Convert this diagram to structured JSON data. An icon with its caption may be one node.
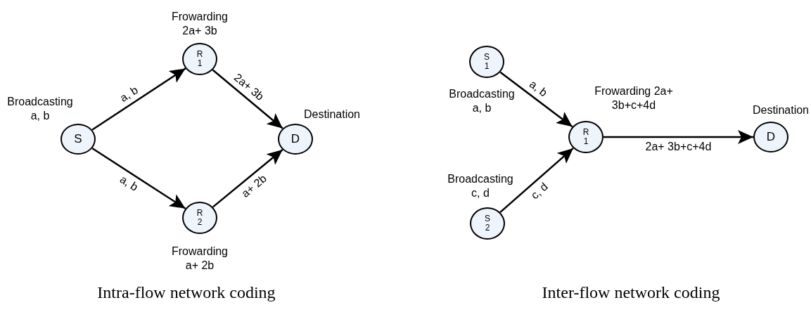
{
  "diagram": {
    "nodes": [
      {
        "text": [
          "S"
        ],
        "beside": [
          "Broadcasting a, b"
        ]
      },
      {
        "text": [
          "R 1"
        ],
        "beside": [
          "Frowarding 2a+ 3b"
        ]
      },
      {
        "text": [
          "R 2"
        ],
        "beside": [
          "Frowarding a+ 2b"
        ]
      },
      {
        "text": [
          "D"
        ],
        "beside": [
          "Destination"
        ]
      },
      {
        "text": [
          "S 1"
        ],
        "beside": [
          "Broadcasting a, b"
        ]
      },
      {
        "text": [
          "S 2"
        ],
        "beside": [
          "Broadcasting c, d"
        ]
      },
      {
        "text": [
          "R 1"
        ],
        "beside": [
          "Frowarding 2a+ 3b+c+4d"
        ]
      },
      {
        "text": [
          "D"
        ],
        "beside": [
          "Destination"
        ]
      }
    ],
    "edges": [
      {
        "from": 0,
        "to": 1,
        "arrow": "to",
        "label": "a, b"
      },
      {
        "from": 0,
        "to": 2,
        "arrow": "to",
        "label": "a, b"
      },
      {
        "from": 1,
        "to": 3,
        "arrow": "to",
        "label": "2a+ 3b"
      },
      {
        "from": 2,
        "to": 3,
        "arrow": "to",
        "label": "a+ 2b"
      },
      {
        "from": 4,
        "to": 6,
        "arrow": "to",
        "label": "a, b"
      },
      {
        "from": 5,
        "to": 6,
        "arrow": "to",
        "label": "c, d"
      },
      {
        "from": 6,
        "to": 7,
        "arrow": "to",
        "label": "2a+ 3b+c+4d"
      }
    ],
    "labels": [
      "Intra-flow network coding",
      "Inter-flow network coding"
    ]
  }
}
